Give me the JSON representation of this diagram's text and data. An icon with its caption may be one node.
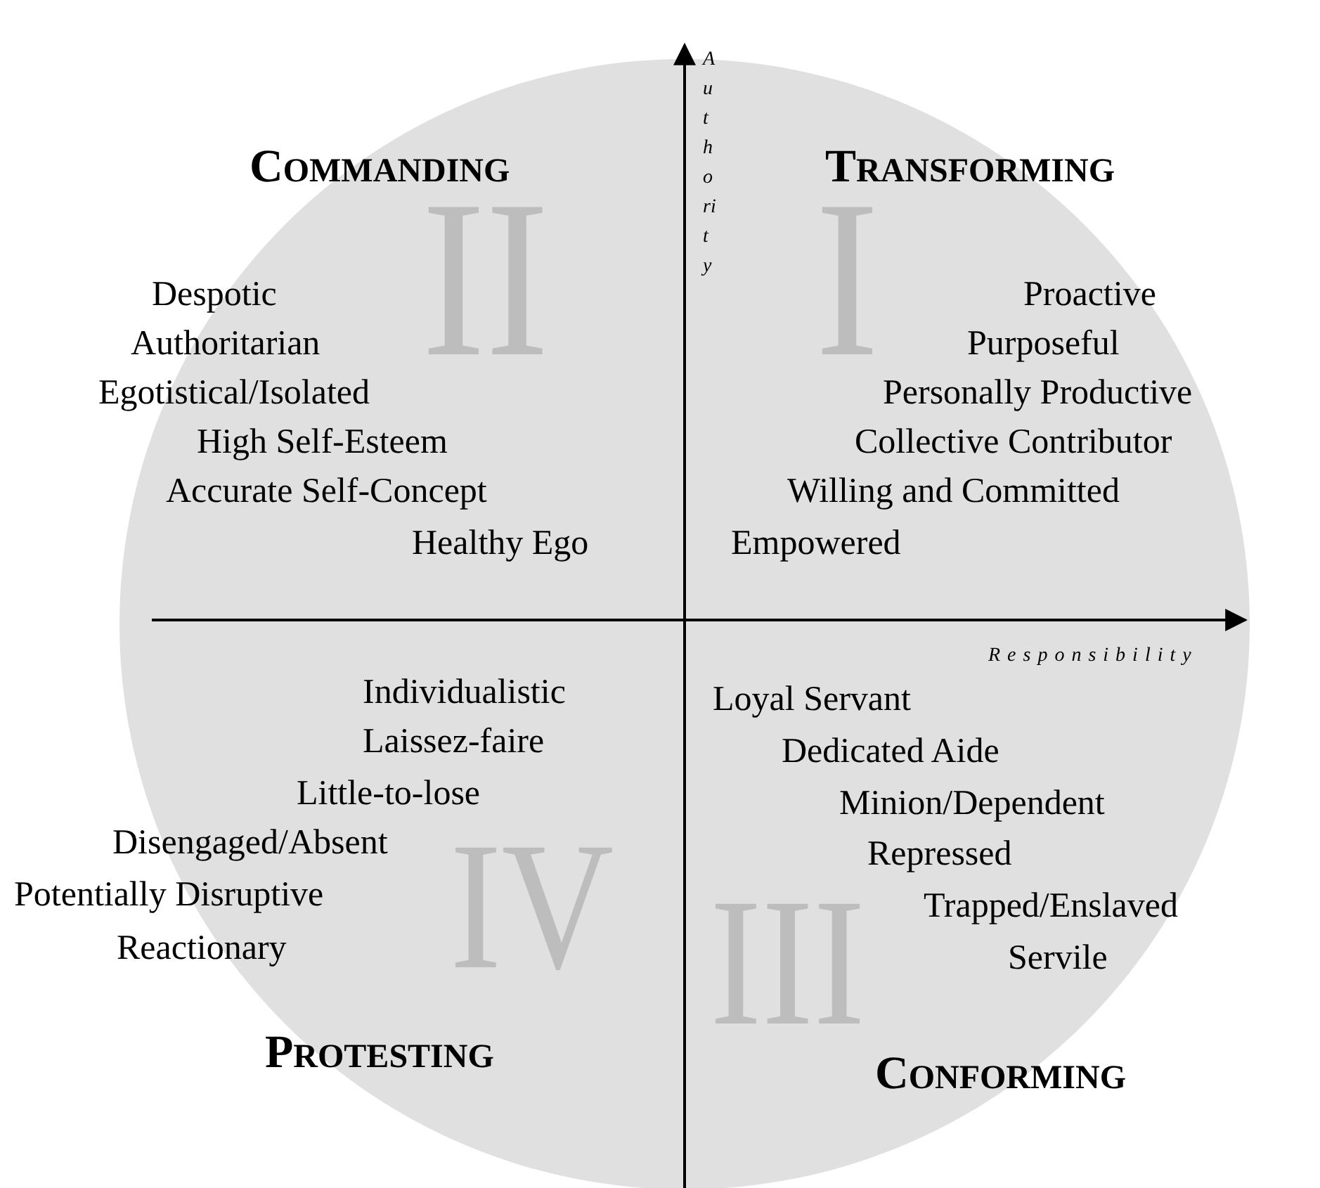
{
  "diagram": {
    "labels": [
      "II",
      "I",
      "IV",
      "III",
      "COMMANDING",
      "TRANSFORMING",
      "Authority",
      "Despotic",
      "Proactive",
      "Authoritarian",
      "Purposeful",
      "Egotistical/Isolated",
      "Personally Productive",
      "High Self-Esteem",
      "Collective Contributor",
      "Accurate Self-Concept",
      "Willing and Committed",
      "Healthy Ego",
      "Empowered",
      "Responsibility",
      "Individualistic",
      "Loyal Servant",
      "Laissez-faire",
      "Dedicated Aide",
      "Little-to-lose",
      "Minion/Dependent",
      "Disengaged/Absent",
      "Repressed",
      "Potentially Disruptive",
      "Trapped/Enslaved",
      "Reactionary",
      "Servile",
      "PROTESTING",
      "CONFORMING"
    ]
  }
}
